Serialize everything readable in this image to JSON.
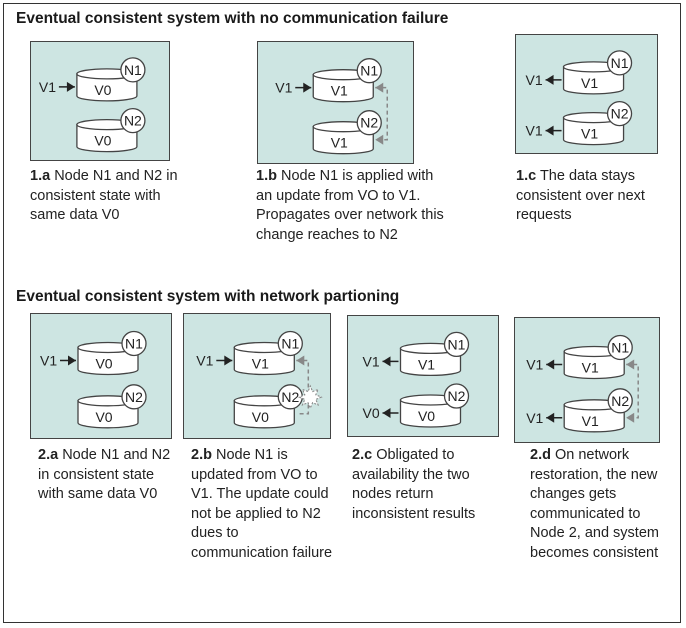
{
  "section1": {
    "title": "Eventual consistent system with no communication failure",
    "panels": [
      {
        "id": "1a",
        "n1_label": "N1",
        "n2_label": "N2",
        "n1_value": "V0",
        "n2_value": "V0",
        "input_top": "V1",
        "input_bottom": "",
        "caption_num": "1.a",
        "caption_text": " Node N1 and N2 in consistent state with same data V0"
      },
      {
        "id": "1b",
        "n1_label": "N1",
        "n2_label": "N2",
        "n1_value": "V1",
        "n2_value": "V1",
        "input_top": "V1",
        "input_bottom": "",
        "caption_num": "1.b",
        "caption_text": " Node N1 is applied with an update from VO to V1. Propagates over network this change reaches to N2"
      },
      {
        "id": "1c",
        "n1_label": "N1",
        "n2_label": "N2",
        "n1_value": "V1",
        "n2_value": "V1",
        "input_top": "V1",
        "input_bottom": "V1",
        "caption_num": "1.c",
        "caption_text": " The data stays consistent over next requests"
      }
    ]
  },
  "section2": {
    "title": "Eventual consistent system with network partioning",
    "panels": [
      {
        "id": "2a",
        "n1_label": "N1",
        "n2_label": "N2",
        "n1_value": "V0",
        "n2_value": "V0",
        "input_top": "V1",
        "input_bottom": "",
        "caption_num": "2.a",
        "caption_text": " Node N1 and N2 in consistent state with same data V0"
      },
      {
        "id": "2b",
        "n1_label": "N1",
        "n2_label": "N2",
        "n1_value": "V1",
        "n2_value": "V0",
        "input_top": "V1",
        "input_bottom": "",
        "caption_num": "2.b",
        "caption_text": " Node N1 is updated from VO to V1. The update could not be applied to N2 dues to communication failure"
      },
      {
        "id": "2c",
        "n1_label": "N1",
        "n2_label": "N2",
        "n1_value": "V1",
        "n2_value": "V0",
        "input_top": "V1",
        "input_bottom": "V0",
        "caption_num": "2.c",
        "caption_text": " Obligated to availability the two nodes return inconsistent results"
      },
      {
        "id": "2d",
        "n1_label": "N1",
        "n2_label": "N2",
        "n1_value": "V1",
        "n2_value": "V1",
        "input_top": "V1",
        "input_bottom": "V1",
        "caption_num": "2.d",
        "caption_text": " On network restoration, the new changes gets communicated to Node 2, and system becomes consistent"
      }
    ]
  },
  "colors": {
    "panel_bg": "#cde5e2",
    "border": "#444444",
    "cylinder_fill": "#ffffff",
    "dashed_arrow": "#888888"
  }
}
